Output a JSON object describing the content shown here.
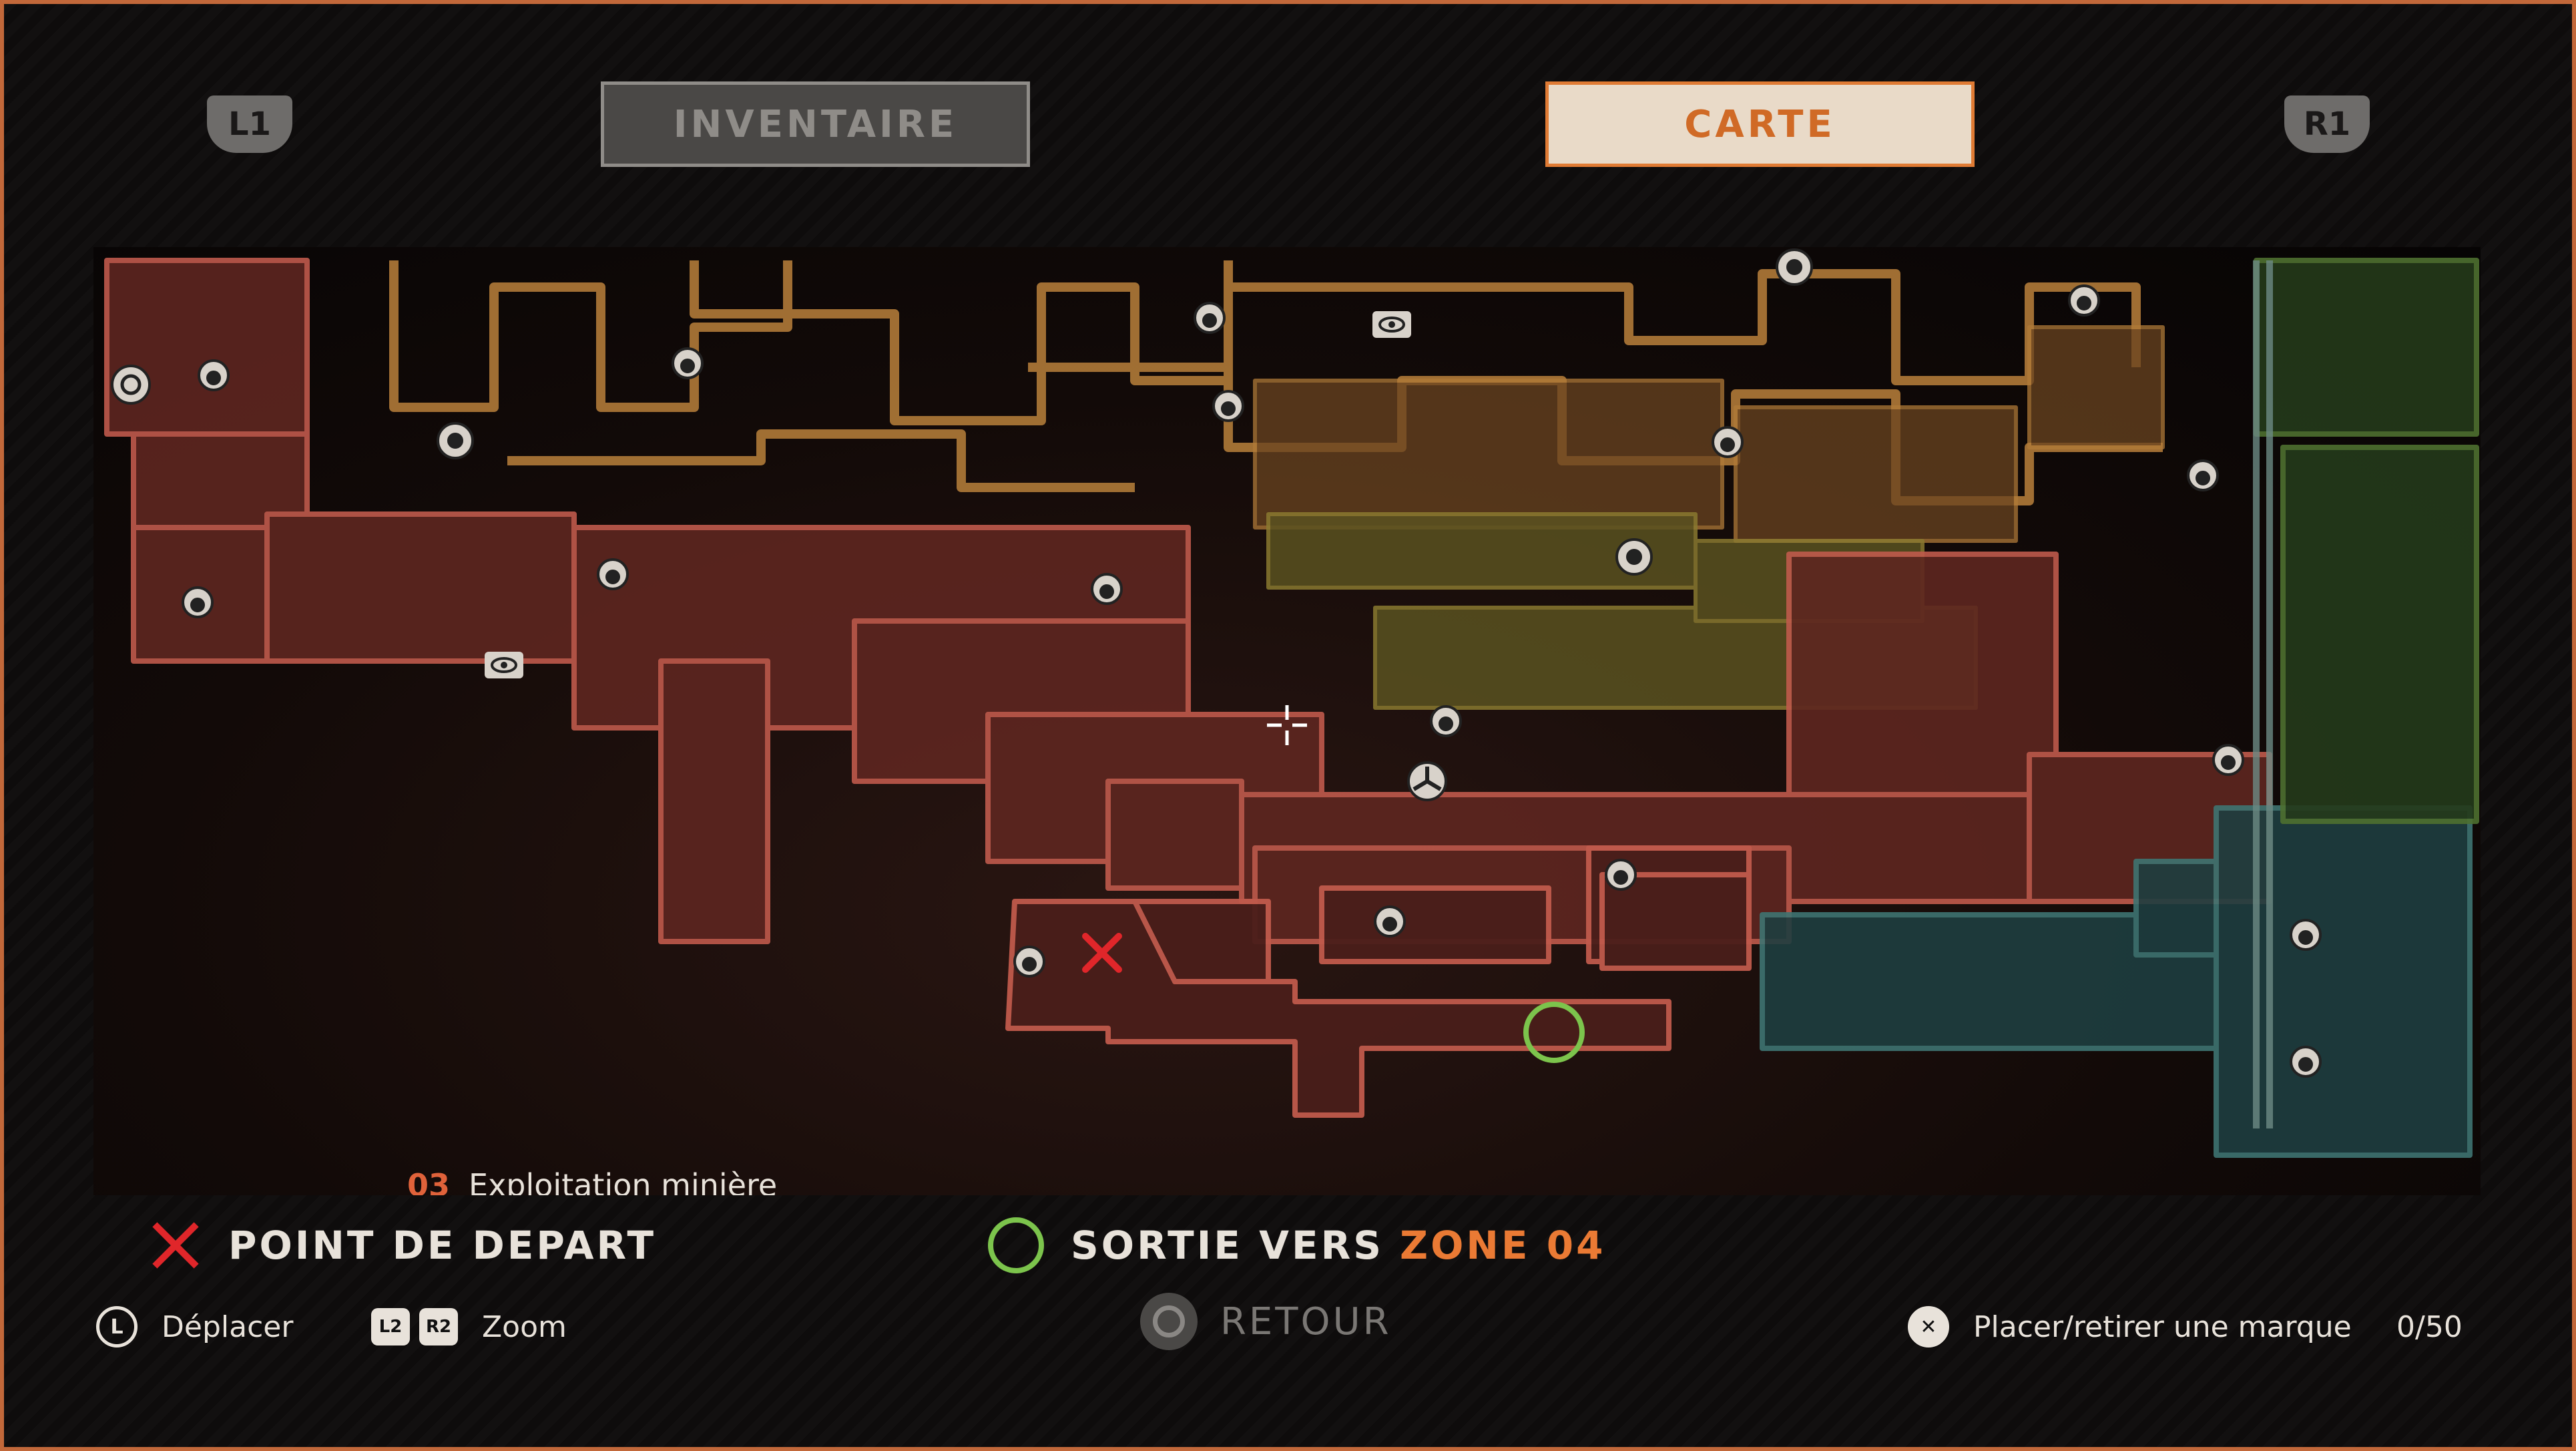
{
  "tabs": {
    "left_shoulder": "L1",
    "right_shoulder": "R1",
    "inventory_label": "INVENTAIRE",
    "map_label": "CARTE",
    "active": "CARTE"
  },
  "map": {
    "region_number": "03",
    "region_name": "Exploitation minière",
    "zone_colors": {
      "mining": "#a5443a",
      "upper": "#9a6a2a",
      "central": "#7a6a28",
      "lower_right": "#2e5a5a",
      "far_right": "#3e5a2c",
      "accent": "#e0623a"
    },
    "markers": {
      "start_point": "x-marker",
      "exit_zone_04": "green-ring",
      "cursor": "crosshair",
      "icons": [
        "save-station-icon",
        "eye-icon",
        "gear-icon",
        "portal-icon",
        "fan-icon"
      ]
    }
  },
  "legend": {
    "start_label": "POINT DE DEPART",
    "exit_label": "SORTIE VERS",
    "exit_zone": "ZONE 04"
  },
  "hints": {
    "move_button": "L",
    "move_label": "Déplacer",
    "zoom_button_1": "L2",
    "zoom_button_2": "R2",
    "zoom_label": "Zoom",
    "back_label": "RETOUR",
    "place_button": "✕",
    "place_label": "Placer/retirer une marque",
    "marker_count": "0/50"
  }
}
